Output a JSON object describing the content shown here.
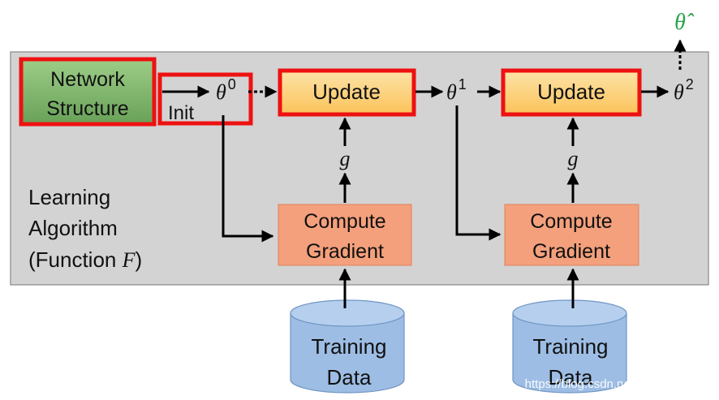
{
  "diagram": {
    "network_structure": {
      "line1": "Network",
      "line2": "Structure"
    },
    "init_label": "Init",
    "theta": "θ",
    "theta_hat": "θ̂",
    "sup_0": "0",
    "sup_1": "1",
    "sup_2": "2",
    "update_label": "Update",
    "g_label": "g",
    "compute_gradient": {
      "line1": "Compute",
      "line2": "Gradient"
    },
    "training_data": {
      "line1": "Training",
      "line2": "Data"
    },
    "learning_algorithm": {
      "line1": "Learning",
      "line2": "Algorithm",
      "line3_prefix": "(Function ",
      "line3_var": "F",
      "line3_suffix": ")"
    }
  },
  "watermark": "https://blog.csdn.net/oldmao_2001",
  "colors": {
    "panel": "#d3d3d3",
    "panel_border": "#9a9a9a",
    "network_fill": "#7ab06a",
    "update_fill": "#fcd37f",
    "gradient_fill": "#f4a07c",
    "cylinder_fill": "#9dbde4",
    "highlight": "#ee1111",
    "theta_hat": "#2aa34a"
  }
}
